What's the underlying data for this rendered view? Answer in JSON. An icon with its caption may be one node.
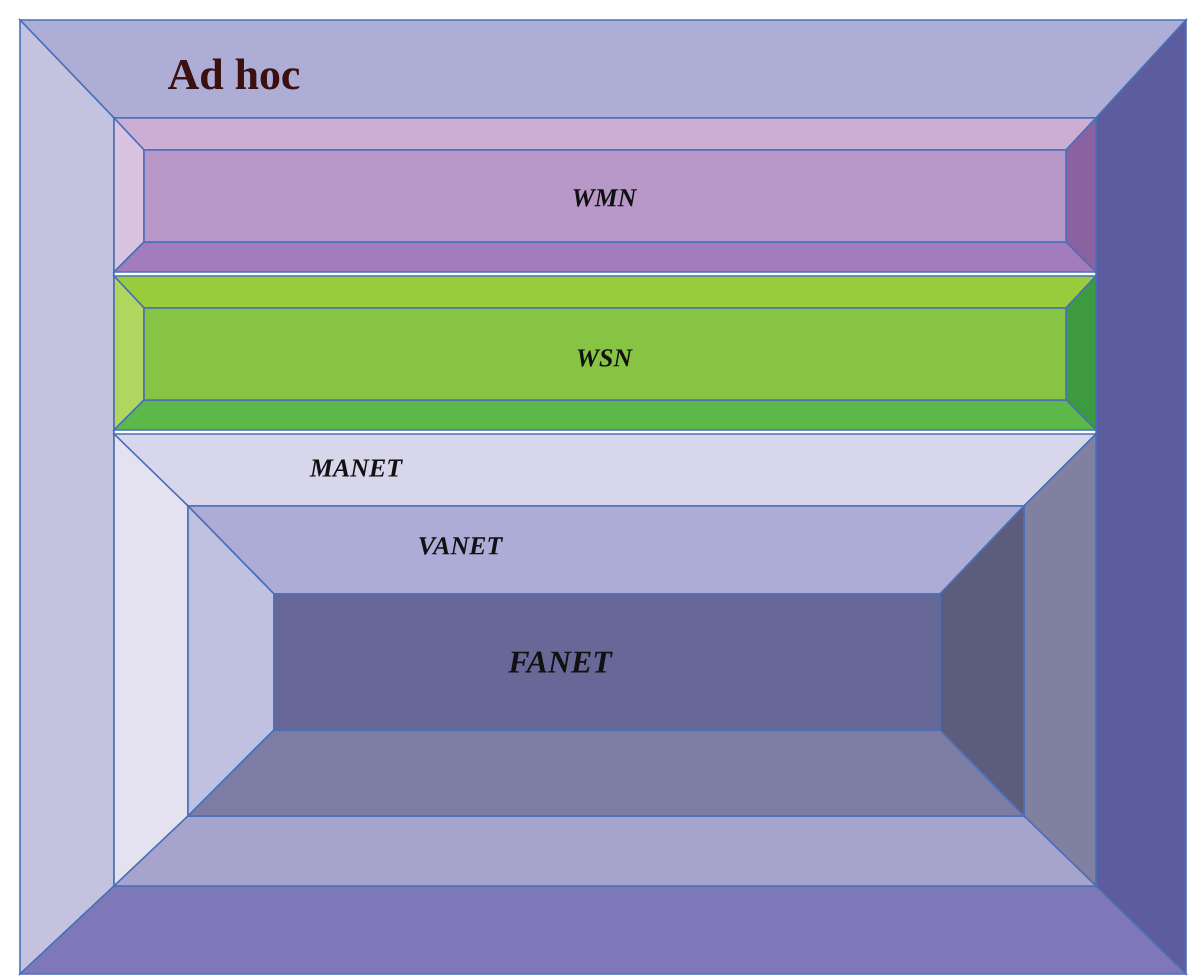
{
  "diagram": {
    "nodes": [
      {
        "text": [
          "Ad hoc"
        ]
      },
      {
        "text": [
          "WMN"
        ],
        "in": 0
      },
      {
        "text": [
          "WSN"
        ],
        "in": 0
      },
      {
        "text": [
          "MANET"
        ],
        "in": 0
      },
      {
        "text": [
          "VANET"
        ],
        "in": 3
      },
      {
        "text": [
          "FANET"
        ],
        "in": 4
      }
    ]
  }
}
